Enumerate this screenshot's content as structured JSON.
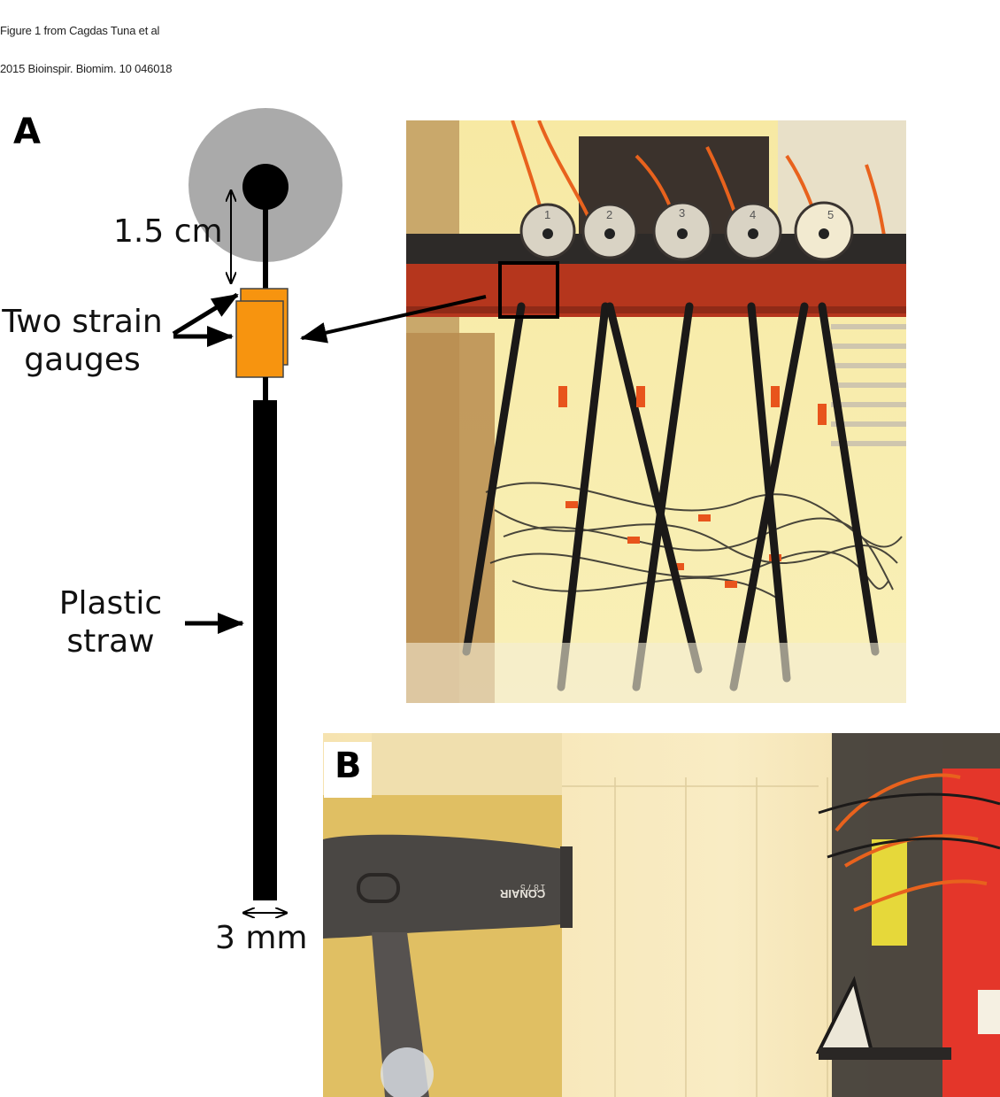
{
  "caption": {
    "line1": "Figure 1 from Cagdas Tuna et al",
    "line2": "2015 Bioinspir. Biomim. 10 046018"
  },
  "panels": {
    "a_label": "A",
    "b_label": "B"
  },
  "diagram": {
    "length_label": "1.5 cm",
    "gauges_label_line1": "Two strain",
    "gauges_label_line2": "gauges",
    "straw_label_line1": "Plastic",
    "straw_label_line2": "straw",
    "width_label": "3 mm"
  },
  "photo_top": {
    "sensor_numbers": [
      "1",
      "2",
      "3",
      "4",
      "5"
    ]
  },
  "photo_bottom": {
    "dryer_brand": "CONAIR",
    "dryer_model": "1875"
  },
  "colors": {
    "gauge_orange": "#f7940f",
    "tip_circle_gray": "#aaaaaa",
    "rail_red": "#b5361d"
  }
}
